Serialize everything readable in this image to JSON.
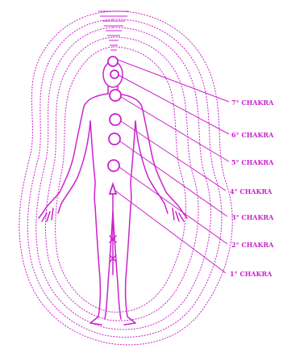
{
  "ink_color": "#cc22cc",
  "chakras": [
    {
      "label": "7° CHAKRA"
    },
    {
      "label": "6° CHAKRA"
    },
    {
      "label": "5° CHAKRA"
    },
    {
      "label": "4° CHAKRA"
    },
    {
      "label": "3° CHAKRA"
    },
    {
      "label": "2° CHAKRA"
    },
    {
      "label": "1° CHAKRA"
    }
  ]
}
